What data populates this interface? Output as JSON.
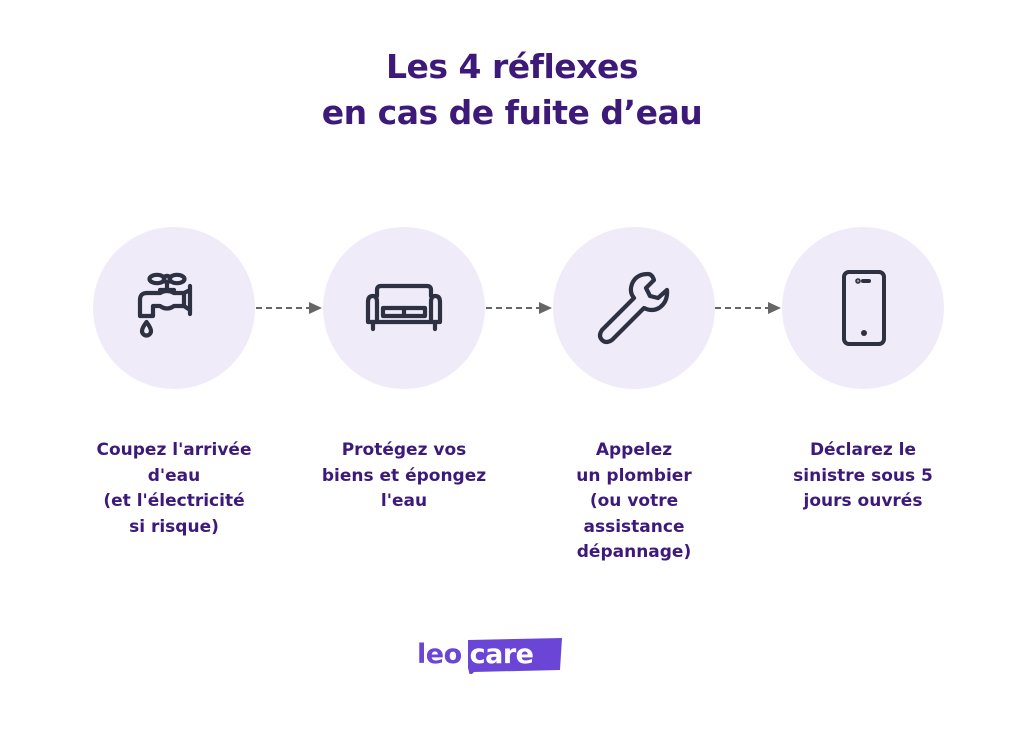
{
  "title": {
    "line1": "Les 4 réflexes",
    "line2": "en cas de fuite d’eau"
  },
  "colors": {
    "title_text": "#3d1a7a",
    "label_text": "#3d1a7a",
    "circle_bg": "#efebf9",
    "icon_stroke": "#2d3142",
    "arrow": "#666666",
    "brand": "#6b46d6"
  },
  "steps": [
    {
      "icon": "faucet-icon",
      "lines": [
        "Coupez l'arrivée",
        "d'eau",
        "(et l'électricité",
        "si risque)"
      ]
    },
    {
      "icon": "sofa-icon",
      "lines": [
        "Protégez vos",
        "biens et épongez",
        "l'eau"
      ]
    },
    {
      "icon": "wrench-icon",
      "lines": [
        "Appelez",
        "un plombier",
        "(ou votre",
        "assistance",
        "dépannage)"
      ]
    },
    {
      "icon": "smartphone-icon",
      "lines": [
        "Déclarez le",
        "sinistre sous 5",
        "jours ouvrés"
      ]
    }
  ],
  "logo": {
    "part1": "leo",
    "part2": "care"
  }
}
